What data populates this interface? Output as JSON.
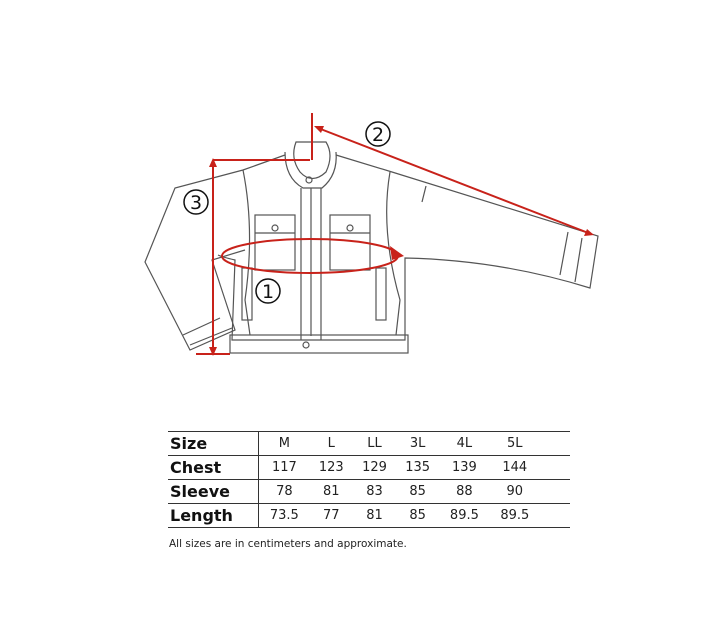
{
  "diagram": {
    "markers": {
      "chest": "1",
      "sleeve": "2",
      "length": "3"
    },
    "colors": {
      "measure_line": "#c8221a",
      "outline": "#555555"
    }
  },
  "size_table": {
    "header_label": "Size",
    "sizes": [
      "M",
      "L",
      "LL",
      "3L",
      "4L",
      "5L"
    ],
    "rows": [
      {
        "label": "Chest",
        "values": [
          "117",
          "123",
          "129",
          "135",
          "139",
          "144"
        ]
      },
      {
        "label": "Sleeve",
        "values": [
          "78",
          "81",
          "83",
          "85",
          "88",
          "90"
        ]
      },
      {
        "label": "Length",
        "values": [
          "73.5",
          "77",
          "81",
          "85",
          "89.5",
          "89.5"
        ]
      }
    ]
  },
  "note": "All sizes are in centimeters and approximate."
}
